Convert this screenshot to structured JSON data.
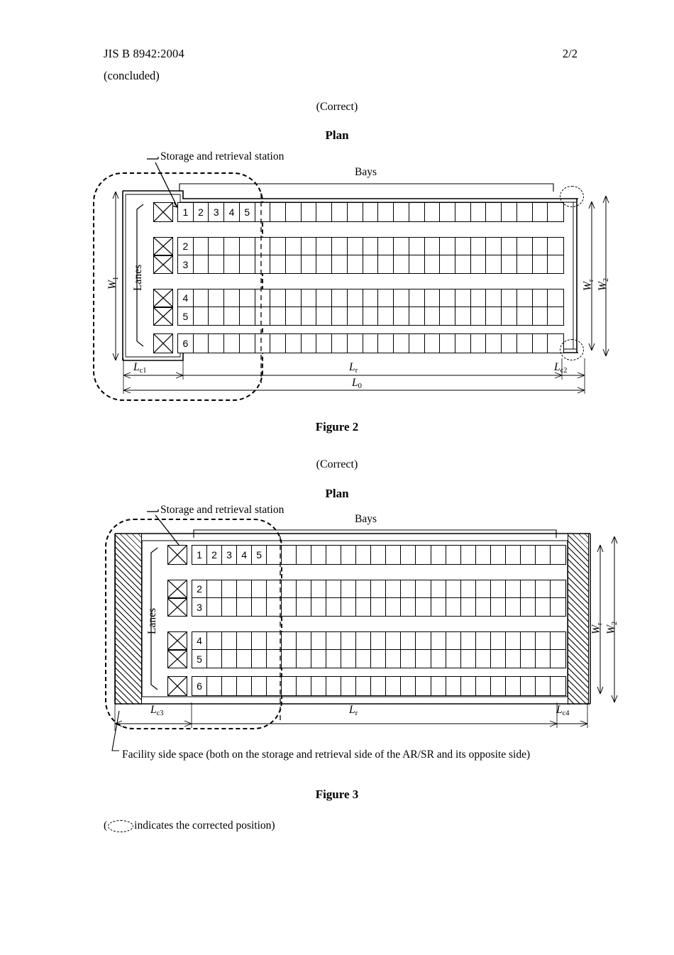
{
  "header": {
    "standard": "JIS B 8942:2004",
    "continuation": "(concluded)",
    "page_number": "2/2"
  },
  "figures": [
    {
      "id": "figure-2",
      "correct_label": "(Correct)",
      "plan_label": "Plan",
      "caption": "Figure 2",
      "station_label": "Storage and retrieval station",
      "bays_label": "Bays",
      "lanes_label": "Lanes",
      "lane_numbers": [
        "1",
        "2",
        "3",
        "4",
        "5",
        "6"
      ],
      "bay_numbers": [
        "1",
        "2",
        "3",
        "4",
        "5"
      ],
      "bay_count": 25,
      "dimensions": {
        "width_outer": "W",
        "width_outer_sub": "1",
        "width_rack": "W",
        "width_rack_sub": "r",
        "width_inner": "W",
        "width_inner_sub": "2",
        "len_left": "L",
        "len_left_sub": "c1",
        "len_rack": "L",
        "len_rack_sub": "r",
        "len_right": "L",
        "len_right_sub": "c2",
        "len_total": "L",
        "len_total_sub": "0"
      },
      "has_hatched_walls": false
    },
    {
      "id": "figure-3",
      "correct_label": "(Correct)",
      "plan_label": "Plan",
      "caption": "Figure 3",
      "station_label": "Storage and retrieval station",
      "bays_label": "Bays",
      "lanes_label": "Lanes",
      "lane_numbers": [
        "1",
        "2",
        "3",
        "4",
        "5",
        "6"
      ],
      "bay_numbers": [
        "1",
        "2",
        "3",
        "4",
        "5"
      ],
      "bay_count": 25,
      "dimensions": {
        "width_rack": "W",
        "width_rack_sub": "r",
        "width_inner": "W",
        "width_inner_sub": "2",
        "len_left": "L",
        "len_left_sub": "c3",
        "len_rack": "L",
        "len_rack_sub": "r",
        "len_right": "L",
        "len_right_sub": "c4"
      },
      "has_hatched_walls": true,
      "footnote": "Facility side space (both on the storage and retrieval side of the AR/SR and its opposite side)"
    }
  ],
  "legend": {
    "prefix": "(",
    "suffix": "indicates the corrected position)"
  },
  "icons": {
    "station": "crossed-box-icon",
    "corrected_position": "dashed-ellipse-icon"
  },
  "colors": {
    "ink": "#000000",
    "paper": "#ffffff"
  }
}
